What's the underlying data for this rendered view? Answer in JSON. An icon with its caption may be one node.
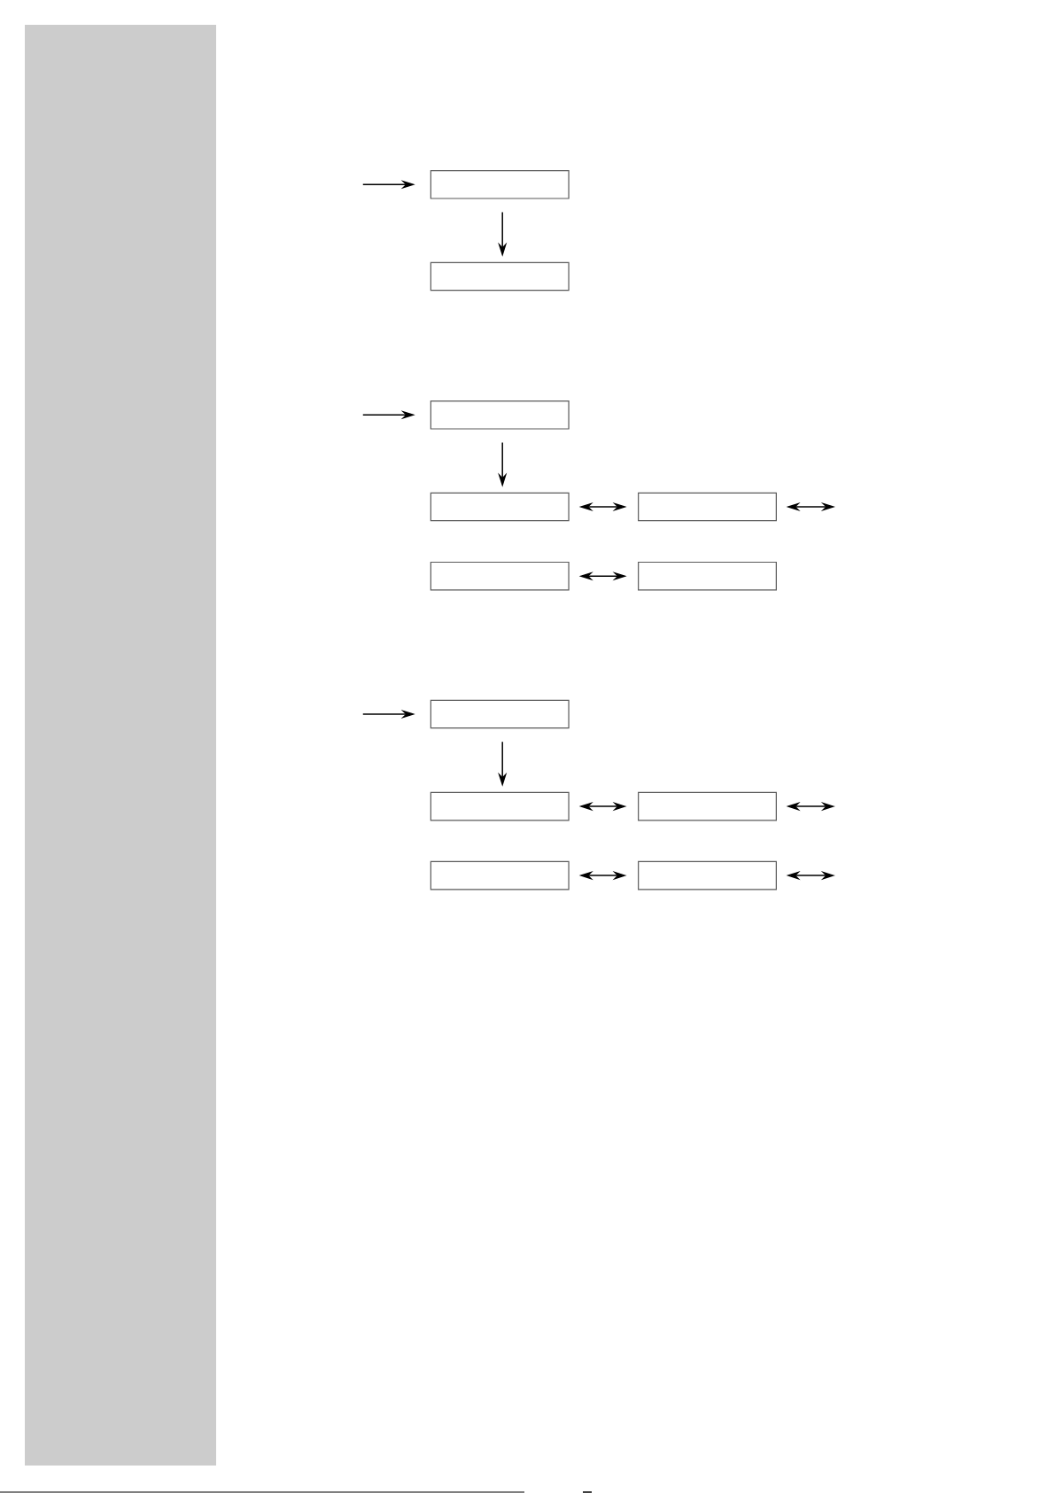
{
  "diagram": {
    "nodes": [
      {
        "text": [],
        "shape": "bar"
      },
      {
        "text": [],
        "shape": "box"
      },
      {
        "text": [],
        "shape": "box"
      },
      {
        "text": [],
        "shape": "box"
      },
      {
        "text": [],
        "shape": "box"
      },
      {
        "text": [],
        "shape": "box"
      },
      {
        "text": [],
        "shape": "box"
      },
      {
        "text": [],
        "shape": "box"
      },
      {
        "text": [],
        "shape": "box"
      },
      {
        "text": [],
        "shape": "box"
      },
      {
        "text": [],
        "shape": "box"
      },
      {
        "text": [],
        "shape": "box"
      },
      {
        "text": [],
        "shape": "box"
      }
    ],
    "edges": [
      {
        "from": null,
        "to": 1,
        "arrow": "to"
      },
      {
        "from": 1,
        "to": 2,
        "arrow": "to"
      },
      {
        "from": null,
        "to": 3,
        "arrow": "to"
      },
      {
        "from": 3,
        "to": 4,
        "arrow": "to"
      },
      {
        "from": 4,
        "to": 5,
        "arrow": "both"
      },
      {
        "from": 5,
        "to": null,
        "arrow": "both"
      },
      {
        "from": 6,
        "to": 7,
        "arrow": "both"
      },
      {
        "from": null,
        "to": 8,
        "arrow": "to"
      },
      {
        "from": 8,
        "to": 9,
        "arrow": "to"
      },
      {
        "from": 9,
        "to": 10,
        "arrow": "both"
      },
      {
        "from": 10,
        "to": null,
        "arrow": "both"
      },
      {
        "from": 11,
        "to": 12,
        "arrow": "both"
      },
      {
        "from": 12,
        "to": null,
        "arrow": "both"
      }
    ]
  }
}
